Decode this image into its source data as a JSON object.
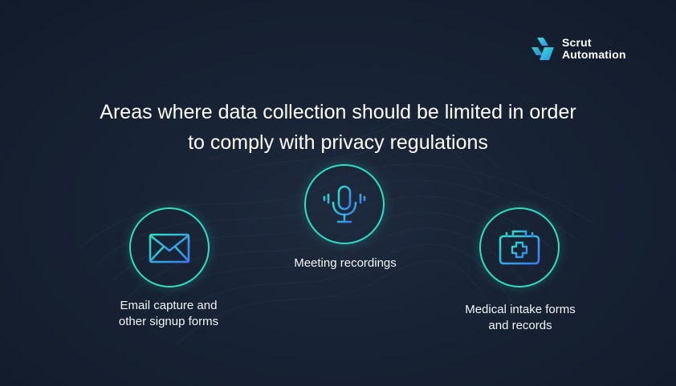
{
  "brand": {
    "name_line1": "Scrut",
    "name_line2": "Automation",
    "logo_icon": "scrut-logo-icon"
  },
  "headline": {
    "line1": "Areas where data collection should be limited in order",
    "line2": "to comply with privacy regulations"
  },
  "items": [
    {
      "icon": "envelope-icon",
      "label_line1": "Email capture and",
      "label_line2": "other signup forms"
    },
    {
      "icon": "microphone-icon",
      "label_line1": "Meeting recordings"
    },
    {
      "icon": "medical-kit-icon",
      "label_line1": "Medical intake forms",
      "label_line2": "and records"
    }
  ],
  "colors": {
    "background": "#172234",
    "accent_teal": "#2ee0c2",
    "accent_blue": "#3a7bf5",
    "text": "#ffffff"
  }
}
